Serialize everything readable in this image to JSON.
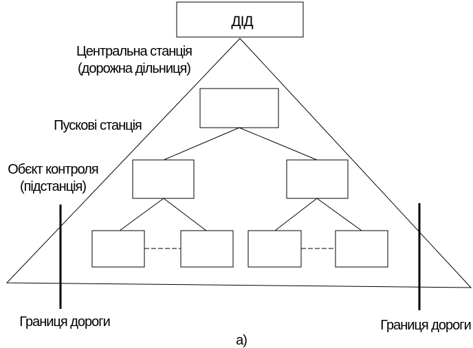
{
  "diagram": {
    "top_box_label": "ДІД",
    "central_station": {
      "line1": "Центральна станція",
      "line2": "(дорожна дільниця)"
    },
    "launch_stations": "Пускові станція",
    "control_object": {
      "line1": "Обєкт контроля",
      "line2": "(підстанція)"
    },
    "road_boundary_left": "Границя дороги",
    "road_boundary_right": "Границя дороги",
    "caption": "а)"
  },
  "colors": {
    "stroke": "#000000",
    "background": "#ffffff"
  }
}
